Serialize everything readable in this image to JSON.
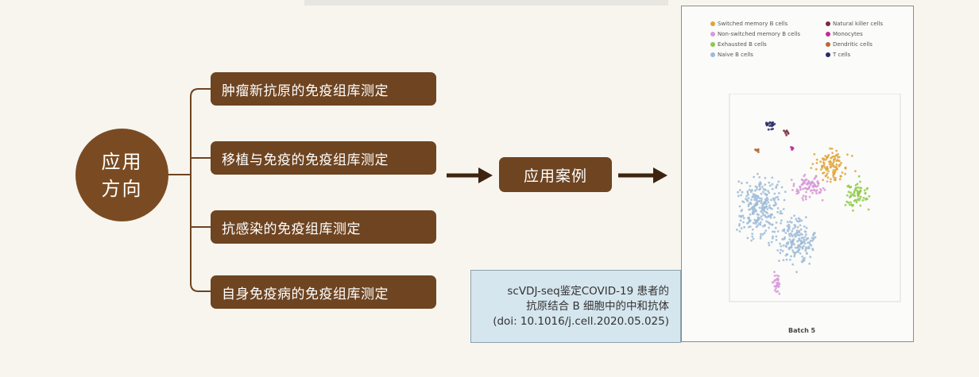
{
  "hub": {
    "line1": "应用",
    "line2": "方向"
  },
  "branches": [
    {
      "label": "肿瘤新抗原的免疫组库测定"
    },
    {
      "label": "移植与免疫的免疫组库测定"
    },
    {
      "label": "抗感染的免疫组库测定"
    },
    {
      "label": "自身免疫病的免疫组库测定"
    }
  ],
  "case_label": "应用案例",
  "figure": {
    "legend": [
      {
        "label": "Switched memory B cells",
        "color": "#e0a43a"
      },
      {
        "label": "Natural killer cells",
        "color": "#7a2a3a"
      },
      {
        "label": "Non-switched memory B cells",
        "color": "#d79ad8"
      },
      {
        "label": "Monocytes",
        "color": "#c02a9a"
      },
      {
        "label": "Exhausted B cells",
        "color": "#8fc94a"
      },
      {
        "label": "Dendritic cells",
        "color": "#b86a3a"
      },
      {
        "label": "Naive B cells",
        "color": "#9dbbd8"
      },
      {
        "label": "T cells",
        "color": "#2a2a6a"
      }
    ],
    "batch": "Batch 5"
  },
  "caption": {
    "line1": "scVDJ-seq鉴定COVID-19 患者的",
    "line2": "抗原结合 B 细胞中的中和抗体",
    "line3": "(doi: 10.1016/j.cell.2020.05.025)"
  }
}
